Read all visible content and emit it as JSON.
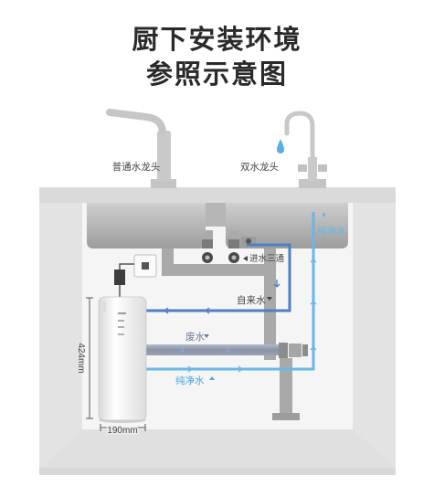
{
  "title": {
    "line1": "厨下安装环境",
    "line2": "参照示意图"
  },
  "labels": {
    "faucet_regular": "普通水龙头",
    "faucet_dual": "双水龙头",
    "purified_water_top": "纯净水",
    "tee_valve": "进水三通",
    "tap_water": "自来水",
    "waste_water": "废水",
    "purified_water_bottom": "纯净水",
    "height_dim": "424mm",
    "width_dim": "190mm"
  },
  "colors": {
    "purified_flow": "#6bb6e8",
    "tap_flow": "#4d7fc4",
    "waste_pipe": "#8a93a8",
    "cabinet": "#ececec",
    "pipe_grey": "#a9a9a9"
  },
  "icons": [
    "water-drop-icon",
    "power-socket-icon",
    "arrow-icon"
  ]
}
